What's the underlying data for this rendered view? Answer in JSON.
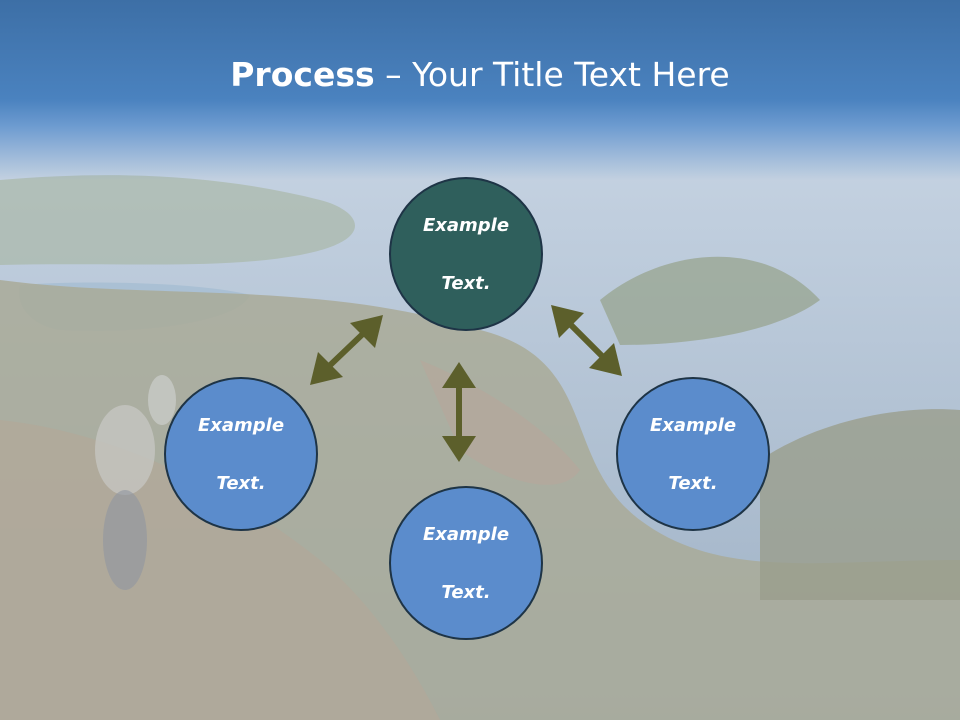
{
  "title": {
    "bold": "Process",
    "rest": " – Your Title Text Here"
  },
  "nodes": {
    "top": {
      "line1": "Example",
      "line2": "Text."
    },
    "left": {
      "line1": "Example",
      "line2": "Text."
    },
    "right": {
      "line1": "Example",
      "line2": "Text."
    },
    "bottom": {
      "line1": "Example",
      "line2": "Text."
    }
  },
  "colors": {
    "header": "#4a82bf",
    "hub": "#2f5f5c",
    "node": "#5b8ccc",
    "arrow": "#5c5f2b"
  }
}
